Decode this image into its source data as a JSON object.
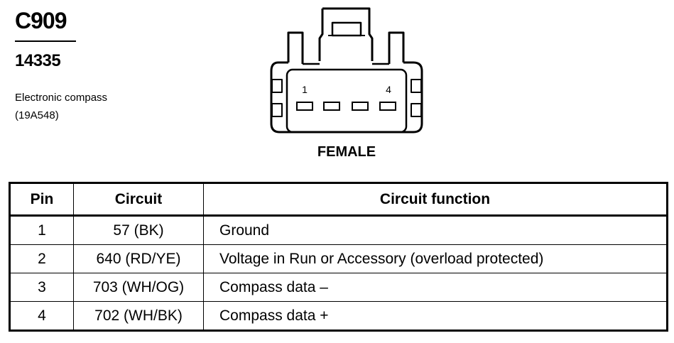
{
  "connector": {
    "id": "C909",
    "part_number": "14335",
    "description_line1": "Electronic compass",
    "description_line2": "(19A548)",
    "gender": "FEMALE",
    "pin_first_label": "1",
    "pin_last_label": "4"
  },
  "table": {
    "headers": {
      "pin": "Pin",
      "circuit": "Circuit",
      "function": "Circuit function"
    },
    "rows": [
      {
        "pin": "1",
        "circuit": "57 (BK)",
        "function": "Ground"
      },
      {
        "pin": "2",
        "circuit": "640 (RD/YE)",
        "function": "Voltage in Run or Accessory (overload protected)"
      },
      {
        "pin": "3",
        "circuit": "703 (WH/OG)",
        "function": "Compass data –"
      },
      {
        "pin": "4",
        "circuit": "702 (WH/BK)",
        "function": "Compass data +"
      }
    ]
  }
}
